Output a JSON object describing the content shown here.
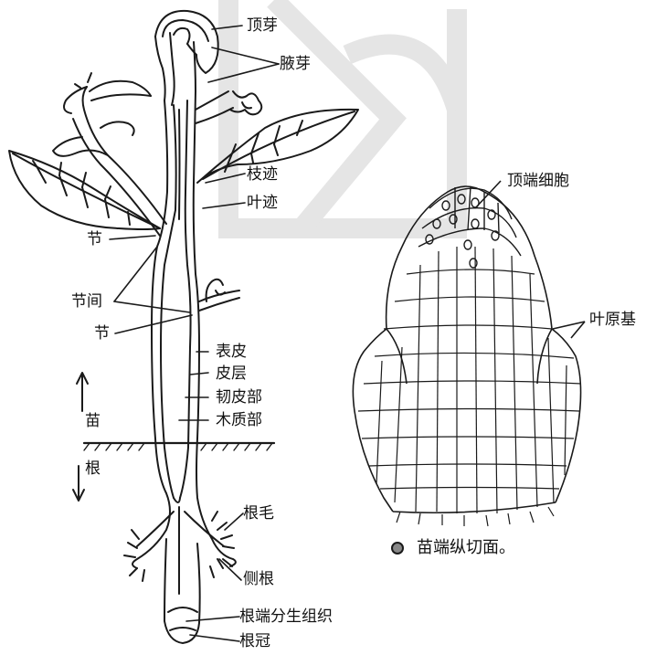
{
  "colors": {
    "ink": "#1a1a1a",
    "watermark": "#c8c8c8",
    "background": "#ffffff"
  },
  "figure": {
    "labels": {
      "terminal_bud": "顶芽",
      "axillary_bud": "腋芽",
      "branch_trace": "枝迹",
      "leaf_trace": "叶迹",
      "node_upper": "节",
      "internode": "节间",
      "node_lower": "节",
      "epidermis": "表皮",
      "cortex": "皮层",
      "phloem": "韧皮部",
      "xylem": "木质部",
      "shoot": "苗",
      "root": "根",
      "root_hair": "根毛",
      "lateral_root": "侧根",
      "root_apical_meristem": "根端分生组织",
      "root_cap": "根冠",
      "apical_cells": "顶端细胞",
      "leaf_primordium": "叶原基"
    },
    "caption": "苗端纵切面。",
    "caption_bullet_icon": "bullet-circle-icon"
  }
}
